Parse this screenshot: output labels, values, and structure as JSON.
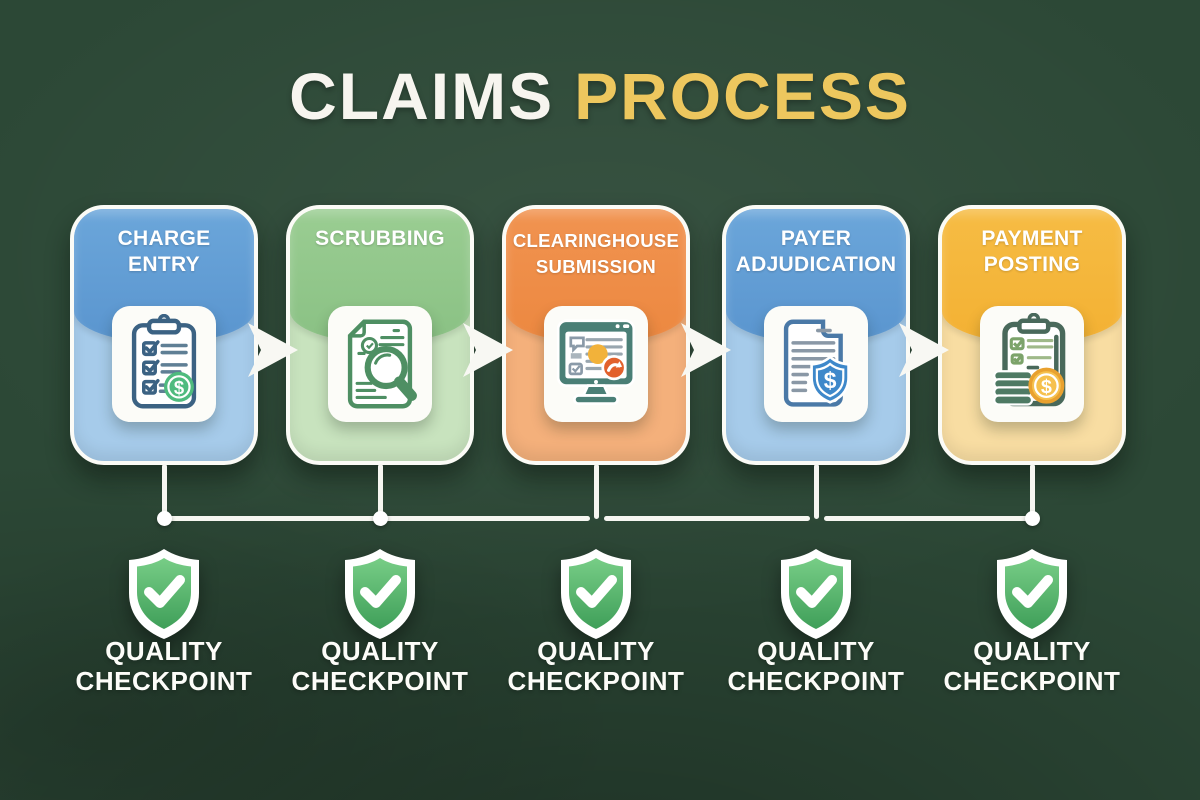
{
  "title": {
    "white_part": "CLAIMS",
    "yellow_part": "PROCESS"
  },
  "steps": [
    {
      "name": "charge-entry",
      "line1": "CHARGE",
      "line2": "ENTRY",
      "icon": "clipboard-checklist-dollar-icon",
      "header_color": "#5f9bd3",
      "body_color": "#a6cbea"
    },
    {
      "name": "scrubbing",
      "line1": "SCRUBBING",
      "line2": "",
      "icon": "document-magnifier-icon",
      "header_color": "#90c78a",
      "body_color": "#c8e3be"
    },
    {
      "name": "clearinghouse-submission",
      "line1": "CLEARINGHOUSE",
      "line2": "SUBMISSION",
      "icon": "monitor-send-icon",
      "header_color": "#ee8d46",
      "body_color": "#f4b07b"
    },
    {
      "name": "payer-adjudication",
      "line1": "PAYER",
      "line2": "ADJUDICATION",
      "icon": "document-shield-dollar-icon",
      "header_color": "#5f9bd3",
      "body_color": "#a6cbea"
    },
    {
      "name": "payment-posting",
      "line1": "PAYMENT",
      "line2": "POSTING",
      "icon": "clipboard-coins-dollar-icon",
      "header_color": "#f4b63b",
      "body_color": "#f8dda2"
    }
  ],
  "checkpoint": {
    "line1": "QUALITY",
    "line2": "CHECKPOINT",
    "icon": "shield-check-icon",
    "count": 5
  },
  "colors": {
    "background": "#2c4836",
    "title_white": "#f7f5ef",
    "title_yellow": "#edc75e",
    "connector_white": "#f6f6f1",
    "checkpoint_shield_green_top": "#77cd86",
    "checkpoint_shield_green_bottom": "#3f9f59",
    "coin_green": "#4fbb7e",
    "coin_gold": "#f6c14e",
    "badge_orange": "#e2612c",
    "monitor_teal": "#4a7f76"
  }
}
